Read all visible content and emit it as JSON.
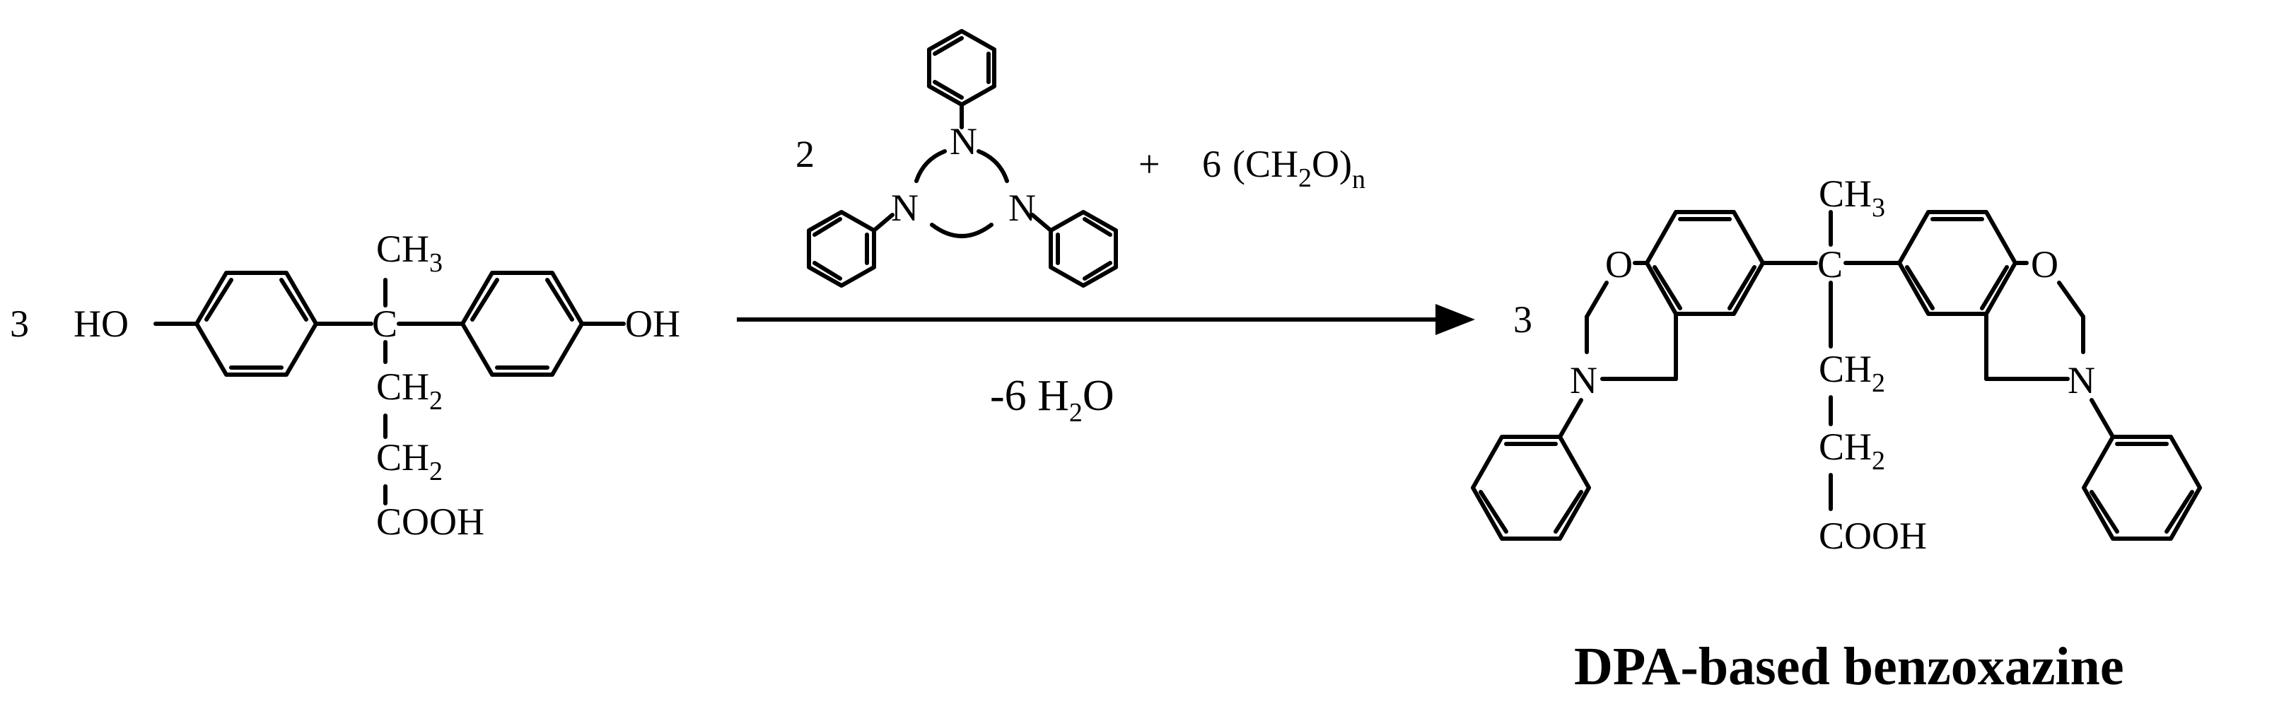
{
  "reactant": {
    "coefficient": "3",
    "hydroxyl_left": "HO",
    "hydroxyl_right": "OH",
    "methyl": "CH",
    "methyl_sub": "3",
    "quaternary_carbon": "C",
    "methylene_1": "CH",
    "methylene_1_sub": "2",
    "methylene_2": "CH",
    "methylene_2_sub": "2",
    "acid": "COOH"
  },
  "reagents": {
    "triazine_coefficient": "2",
    "nitrogen": "N",
    "plus": "+",
    "formaldehyde_coefficient": "6",
    "formaldehyde_formula": "(CH",
    "formaldehyde_sub": "2",
    "formaldehyde_close": "O)",
    "formaldehyde_n": "n"
  },
  "condition": {
    "prefix": "-6 H",
    "sub": "2",
    "suffix": "O"
  },
  "product": {
    "coefficient": "3",
    "oxygen_left": "O",
    "oxygen_right": "O",
    "nitrogen_left": "N",
    "nitrogen_right": "N",
    "methyl": "CH",
    "methyl_sub": "3",
    "quaternary_carbon": "C",
    "methylene_1": "CH",
    "methylene_1_sub": "2",
    "methylene_2": "CH",
    "methylene_2_sub": "2",
    "acid": "COOH",
    "name": "DPA-based benzoxazine"
  }
}
